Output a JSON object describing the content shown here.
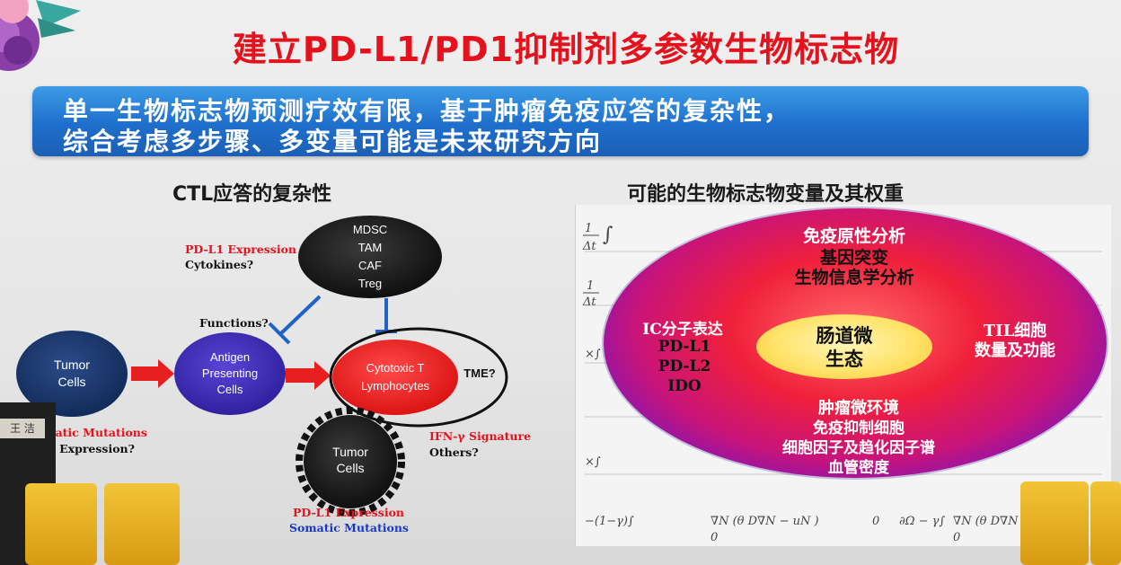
{
  "slide": {
    "title": "建立PD-L1/PD1抑制剂多参数生物标志物",
    "banner": {
      "line1": "单一生物标志物预测疗效有限，基于肿瘤免疫应答的复杂性，",
      "line2": "综合考虑多步骤、多变量可能是未来研究方向"
    },
    "left_heading": "CTL应答的复杂性",
    "right_heading": "可能的生物标志物变量及其权重"
  },
  "ctl_diagram": {
    "suppressor_cells": [
      "MDSC",
      "TAM",
      "CAF",
      "Treg"
    ],
    "tumor_cells": [
      "Tumor",
      "Cells"
    ],
    "apc": [
      "Antigen",
      "Presenting",
      "Cells"
    ],
    "ctl": [
      "Cytotoxic T",
      "Lymphocytes"
    ],
    "tme": "TME?",
    "bottom_tumor": [
      "Tumor",
      "Cells"
    ],
    "annotations": {
      "pdl1_expression": "PD-L1 Expression",
      "cytokines": "Cytokines?",
      "functions": "Functions?",
      "somatic_mutations": "omatic Mutations",
      "mhc_expression": "HC Expression?",
      "ifn_signature": "IFN-γ Signature",
      "others": "Others?",
      "bottom_pdl1": "PD-L1 Expression",
      "bottom_somatic": "Somatic Mutations"
    }
  },
  "biomarker_ellipse": {
    "top": [
      "免疫原性分析",
      "基因突变",
      "生物信息学分析"
    ],
    "left": [
      "IC分子表达",
      "PD-L1",
      "PD-L2",
      "IDO"
    ],
    "center": [
      "肠道微",
      "生态"
    ],
    "right": [
      "TIL细胞",
      "数量及功能"
    ],
    "bottom": [
      "肿瘤微环境",
      "免疫抑制细胞",
      "细胞因子及趋化因子谱",
      "血管密度"
    ]
  },
  "podium": {
    "nameplate": "王 洁"
  },
  "colors": {
    "title_red": "#e3121c",
    "banner_blue": "#1e6fcc",
    "apc_purple": "#3f2bb8",
    "ctl_red": "#ee1b1b",
    "arrow_red": "#e81f1f",
    "inhibit_blue": "#1f63c8"
  }
}
